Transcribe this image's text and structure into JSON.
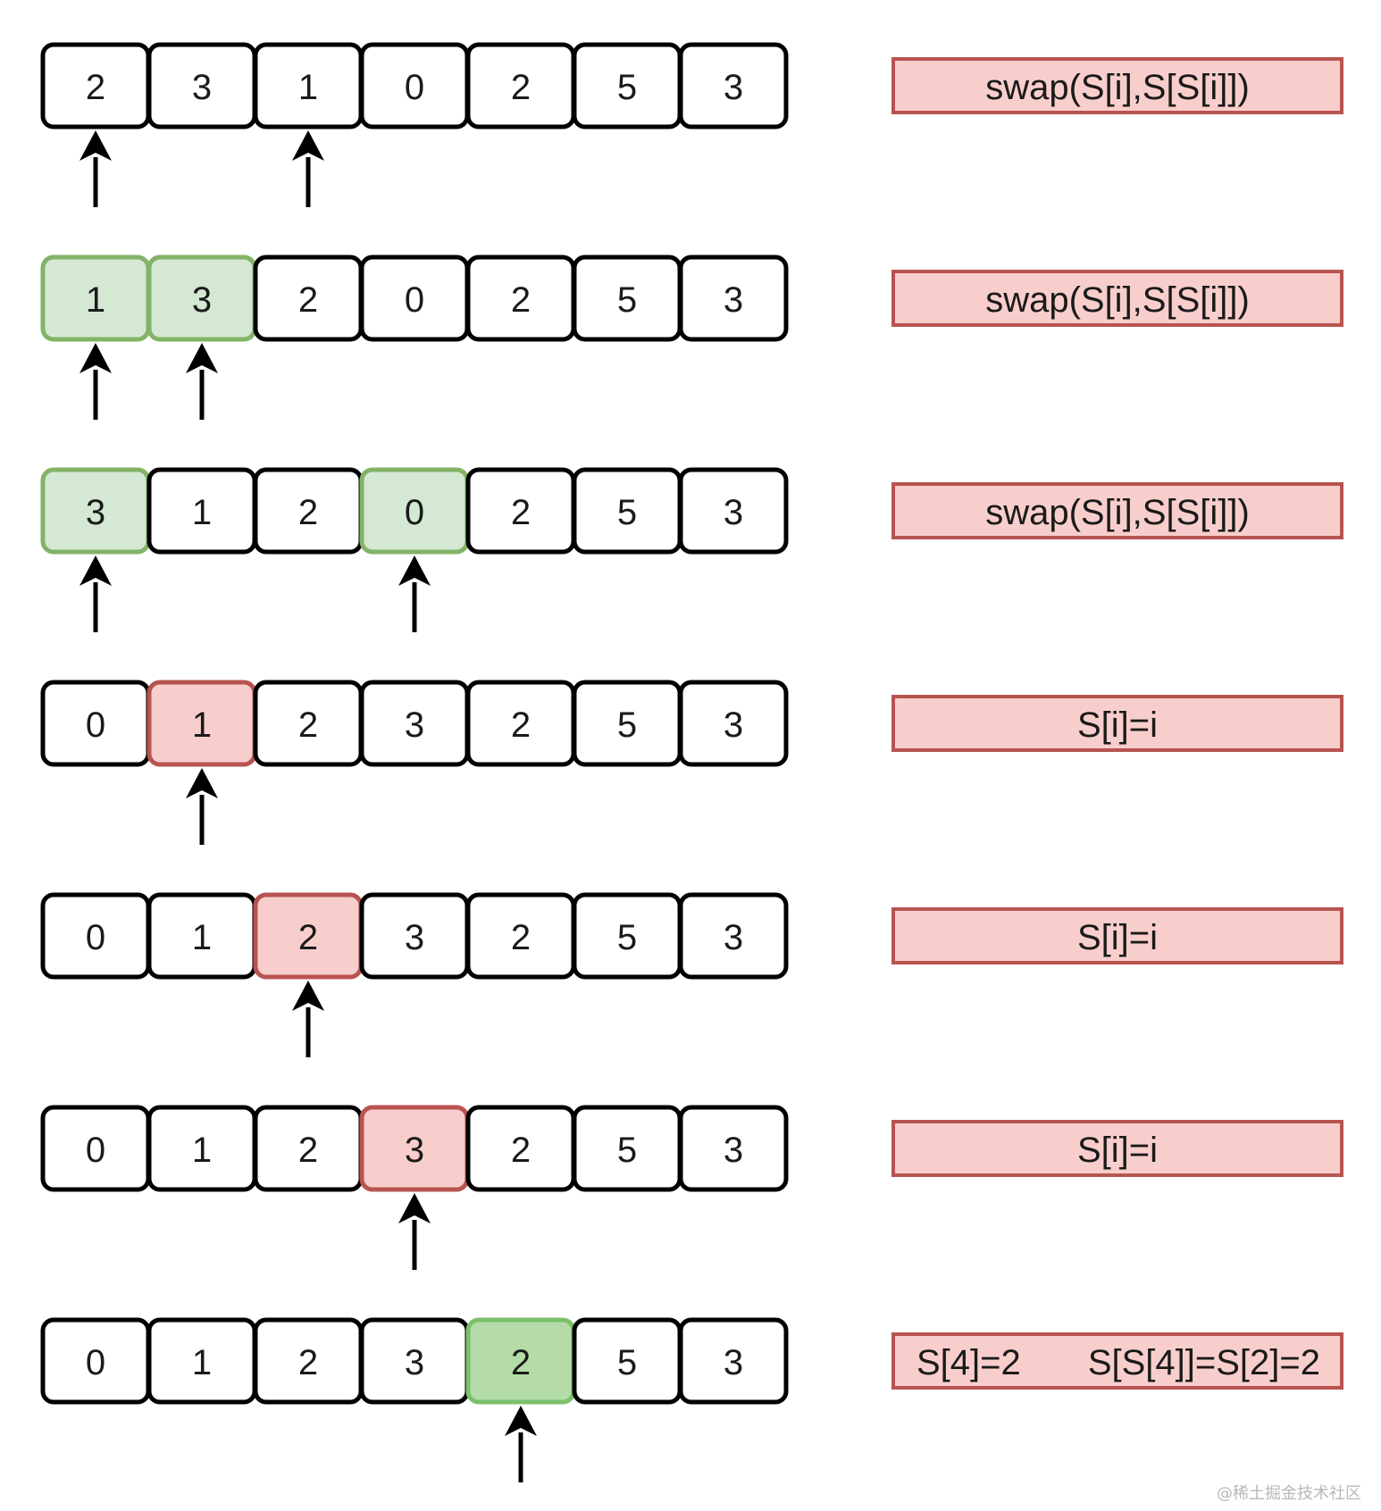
{
  "steps": [
    {
      "cells": [
        "2",
        "3",
        "1",
        "0",
        "2",
        "5",
        "3"
      ],
      "highlights": {},
      "pointers": [
        0,
        2
      ],
      "operation": [
        "swap(S[i],S[S[i]])"
      ]
    },
    {
      "cells": [
        "1",
        "3",
        "2",
        "0",
        "2",
        "5",
        "3"
      ],
      "highlights": {
        "0": "green",
        "1": "green"
      },
      "pointers": [
        0,
        1
      ],
      "operation": [
        "swap(S[i],S[S[i]])"
      ]
    },
    {
      "cells": [
        "3",
        "1",
        "2",
        "0",
        "2",
        "5",
        "3"
      ],
      "highlights": {
        "0": "green",
        "3": "green"
      },
      "pointers": [
        0,
        3
      ],
      "operation": [
        "swap(S[i],S[S[i]])"
      ]
    },
    {
      "cells": [
        "0",
        "1",
        "2",
        "3",
        "2",
        "5",
        "3"
      ],
      "highlights": {
        "1": "red"
      },
      "pointers": [
        1
      ],
      "operation": [
        "S[i]=i"
      ]
    },
    {
      "cells": [
        "0",
        "1",
        "2",
        "3",
        "2",
        "5",
        "3"
      ],
      "highlights": {
        "2": "red"
      },
      "pointers": [
        2
      ],
      "operation": [
        "S[i]=i"
      ]
    },
    {
      "cells": [
        "0",
        "1",
        "2",
        "3",
        "2",
        "5",
        "3"
      ],
      "highlights": {
        "3": "red"
      },
      "pointers": [
        3
      ],
      "operation": [
        "S[i]=i"
      ]
    },
    {
      "cells": [
        "0",
        "1",
        "2",
        "3",
        "2",
        "5",
        "3"
      ],
      "highlights": {
        "4": "green-strong"
      },
      "pointers": [
        4
      ],
      "operation": [
        "S[4]=2",
        "S[S[4]]=S[2]=2"
      ]
    }
  ],
  "colors": {
    "green_fill": "#d5e8d4",
    "green_stroke": "#82b366",
    "red_fill": "#f8cecc",
    "red_stroke": "#b85450"
  },
  "watermark": "@稀土掘金技术社区"
}
